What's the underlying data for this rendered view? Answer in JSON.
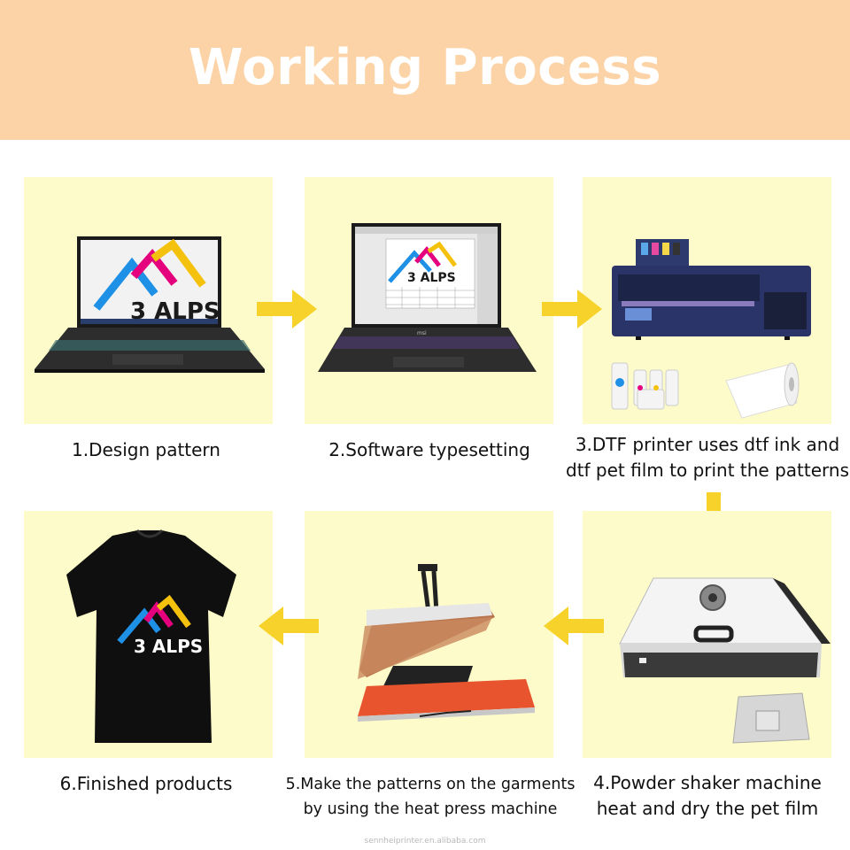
{
  "header": {
    "title": "Working Process"
  },
  "logo": {
    "text": "3 ALPS",
    "colors": [
      "#1e90e6",
      "#e5007e",
      "#f4c20d"
    ]
  },
  "steps": [
    {
      "caption_lines": [
        "1.Design pattern"
      ],
      "image": "laptop-design"
    },
    {
      "caption_lines": [
        "2.Software typesetting"
      ],
      "image": "laptop-software"
    },
    {
      "caption_lines": [
        "3.DTF printer uses dtf ink and",
        "dtf pet film to print the patterns"
      ],
      "image": "dtf-printer-ink-film"
    },
    {
      "caption_lines": [
        "4.Powder shaker machine",
        "heat and dry the pet film"
      ],
      "image": "powder-shaker"
    },
    {
      "caption_lines": [
        "5.Make the patterns on the garments",
        "by using the heat press machine"
      ],
      "image": "heat-press"
    },
    {
      "caption_lines": [
        "6.Finished products"
      ],
      "image": "black-tshirt"
    }
  ],
  "laptop_brand": "msi",
  "watermark": "sennheiprinter.en.alibaba.com",
  "colors": {
    "banner": "#fcd3a6",
    "panel": "#fdfbc9",
    "arrow": "#f7d22a"
  }
}
